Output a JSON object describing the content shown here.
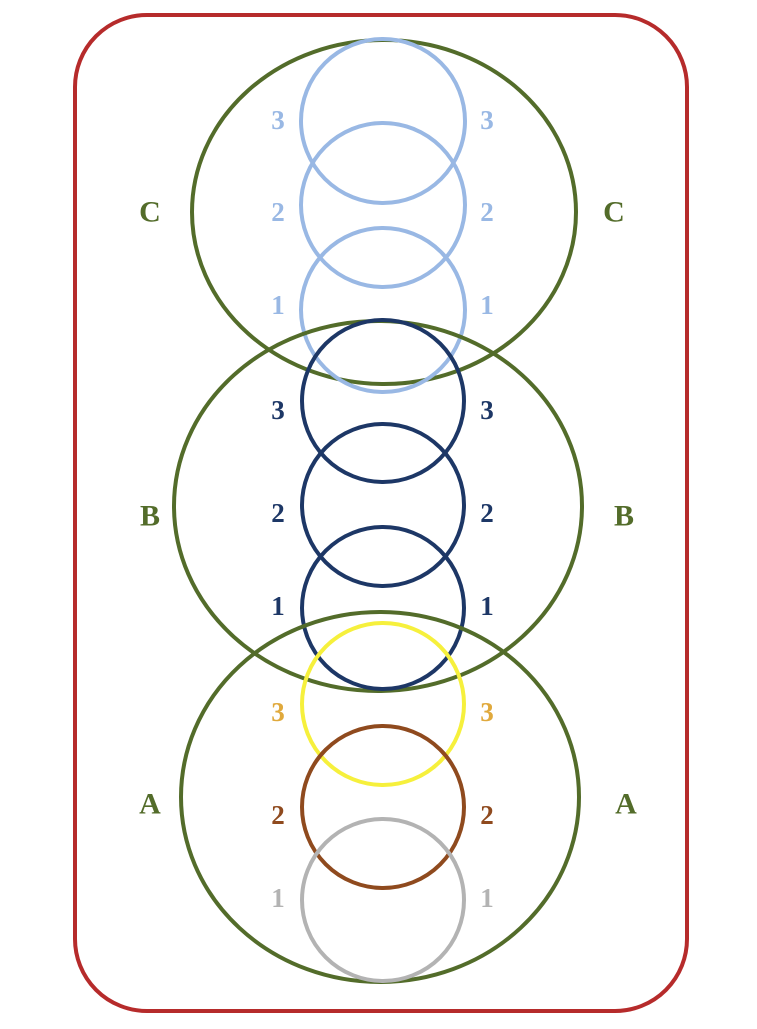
{
  "colors": {
    "frame": "#b62b2b",
    "group": "#536c2a",
    "groupC_rings": "#99b8e4",
    "groupB_rings": "#1d3766",
    "ringA3": "#f6f03c",
    "ringA2": "#8f4a1e",
    "ringA1": "#b3b3b3",
    "labelA3": "#e0a93c"
  },
  "groups": [
    {
      "id": "c",
      "label": "C",
      "rings": [
        {
          "label": "3",
          "color_key": "groupC_rings"
        },
        {
          "label": "2",
          "color_key": "groupC_rings"
        },
        {
          "label": "1",
          "color_key": "groupC_rings"
        }
      ]
    },
    {
      "id": "b",
      "label": "B",
      "rings": [
        {
          "label": "3",
          "color_key": "groupB_rings"
        },
        {
          "label": "2",
          "color_key": "groupB_rings"
        },
        {
          "label": "1",
          "color_key": "groupB_rings"
        }
      ]
    },
    {
      "id": "a",
      "label": "A",
      "rings": [
        {
          "label": "3",
          "color_key": "ringA3",
          "label_color_key": "labelA3"
        },
        {
          "label": "2",
          "color_key": "ringA2"
        },
        {
          "label": "1",
          "color_key": "ringA1"
        }
      ]
    }
  ]
}
